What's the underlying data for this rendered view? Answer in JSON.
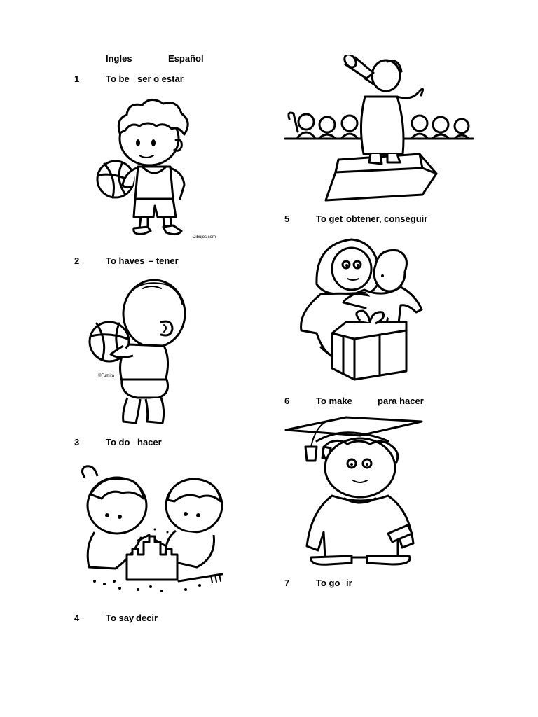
{
  "header": {
    "col_en": "Ingles",
    "col_es": "Español"
  },
  "entries": [
    {
      "num": "1",
      "en": "To be",
      "es": "ser o estar"
    },
    {
      "num": "2",
      "en": "To haves",
      "es": "– tener"
    },
    {
      "num": "3",
      "en": "To do",
      "es": "hacer"
    },
    {
      "num": "4",
      "en": "To say",
      "es": "decir"
    },
    {
      "num": "5",
      "en": "To get",
      "es": "obtener, conseguir"
    },
    {
      "num": "6",
      "en": "To make",
      "es": "para hacer"
    },
    {
      "num": "7",
      "en": "To go",
      "es": "ir"
    }
  ],
  "watermarks": {
    "baby": "©Fumira",
    "boy": "Dibujos.com"
  },
  "illustrations": {
    "boy_basketball": "boy-holding-basketball",
    "baby_ball": "baby-holding-ball",
    "kids_sandcastle": "kids-building-sandcastle",
    "speaker_megaphone": "child-with-megaphone-and-crowd",
    "hug_gift": "mother-son-hug-with-gift",
    "graduate": "child-in-graduation-cap"
  }
}
